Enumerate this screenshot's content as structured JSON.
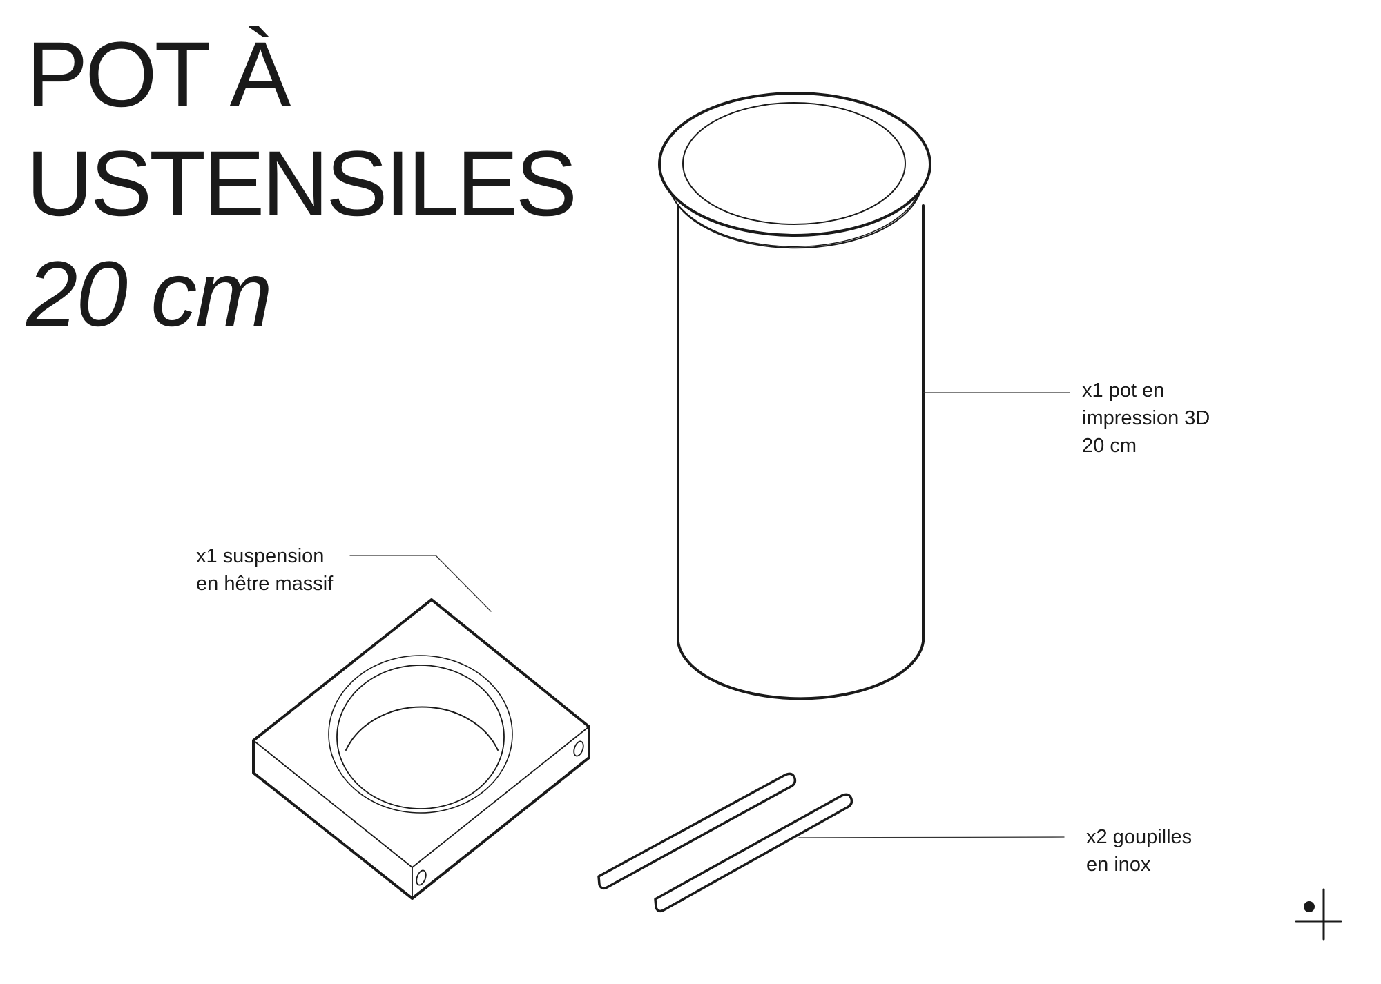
{
  "title": {
    "line1": "POT À",
    "line2": "USTENSILES",
    "line3": "20 cm"
  },
  "callouts": [
    {
      "id": "pot",
      "lines": [
        "x1 pot en",
        "impression 3D",
        "20 cm"
      ]
    },
    {
      "id": "suspension",
      "lines": [
        "x1 suspension",
        "en hêtre massif"
      ]
    },
    {
      "id": "pins",
      "lines": [
        "x2 goupilles",
        "en inox"
      ]
    }
  ],
  "parts": [
    {
      "name": "pot",
      "quantity": 1,
      "material": "impression 3D",
      "size": "20 cm"
    },
    {
      "name": "suspension",
      "quantity": 1,
      "material": "hêtre massif"
    },
    {
      "name": "goupilles",
      "quantity": 2,
      "material": "inox"
    }
  ],
  "logo": {
    "icon": "dot-cross-logo-icon"
  },
  "colors": {
    "ink": "#1a1a1a",
    "background": "#ffffff"
  }
}
